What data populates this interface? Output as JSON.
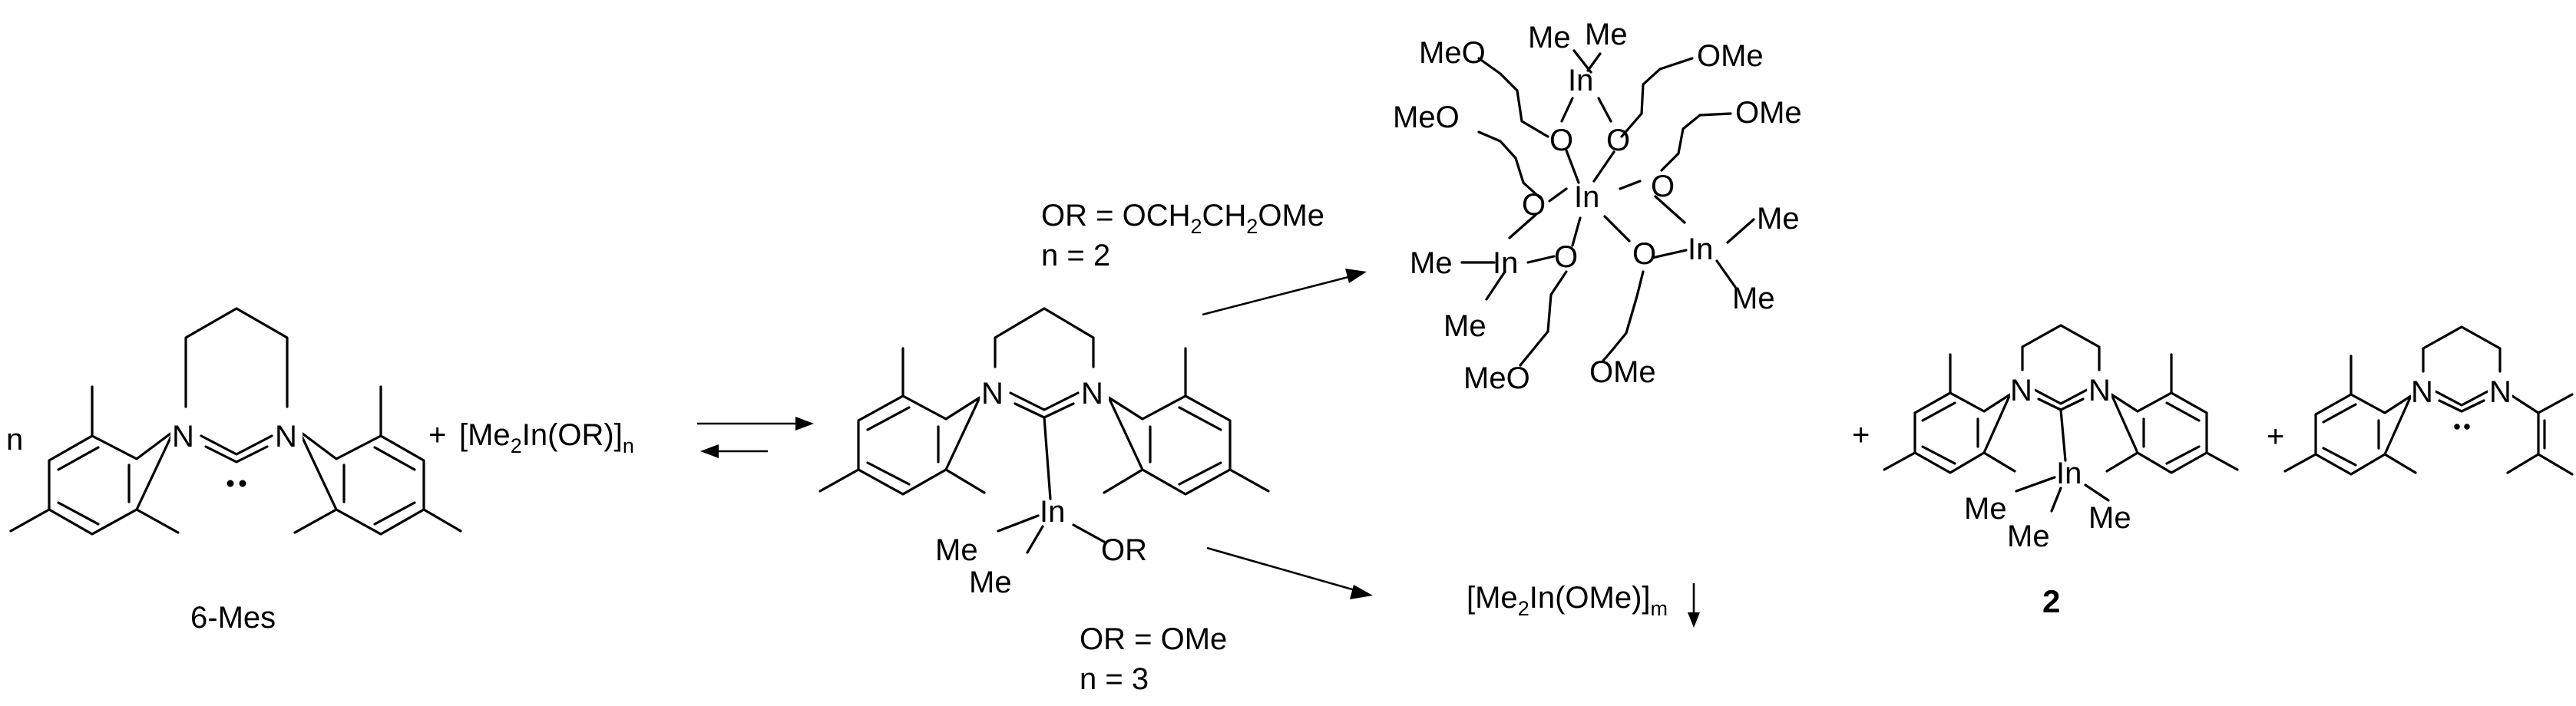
{
  "reactant": {
    "coefficient": "n",
    "name": "6-Mes",
    "plus": "+",
    "reagent": [
      "[Me",
      "2",
      "In(OR)]",
      "n"
    ]
  },
  "adduct": {
    "me1": "Me",
    "me2": "Me",
    "or": "OR"
  },
  "conditions": {
    "upper": {
      "line1": [
        "OR = OCH",
        "2",
        "CH",
        "2",
        "OMe"
      ],
      "line2": "n = 2"
    },
    "lower": {
      "line1": "OR = OMe",
      "line2": "n = 3"
    }
  },
  "cluster": {
    "in": "In",
    "o": "O",
    "me": "Me",
    "meo": "MeO",
    "ome": "OMe"
  },
  "byproduct": {
    "formula": [
      "[Me",
      "2",
      "In(OMe)]",
      "m"
    ]
  },
  "products": {
    "plus1": "+",
    "plus2": "+",
    "compound_number": "2",
    "me": "Me"
  },
  "atoms": {
    "n": "N",
    "in": "In"
  }
}
